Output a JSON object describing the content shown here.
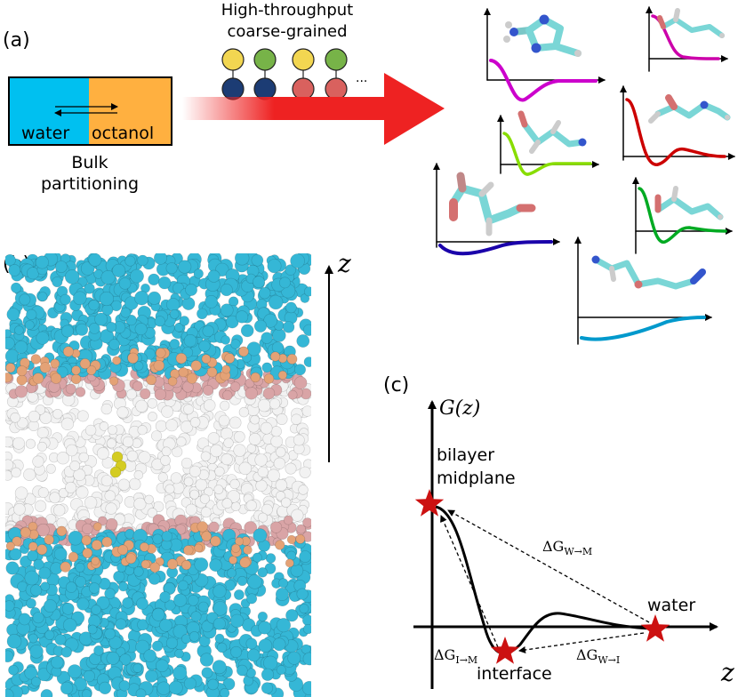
{
  "panel_a": {
    "label": "(a)",
    "box_left": "water",
    "box_right": "octanol",
    "caption_line1": "Bulk",
    "caption_line2": "partitioning",
    "title_line1": "High-throughput",
    "title_line2": "coarse-grained",
    "ellipsis": "...",
    "colors": {
      "water": "#00c0f0",
      "octanol": "#ffb040",
      "yellow_bead": "#f2d651",
      "green_bead": "#77b348",
      "navy_bead": "#1c3c74",
      "red_bead": "#d9615e",
      "arrow": "#ee2222"
    }
  },
  "panel_b": {
    "label": "(b)",
    "axis_label": "z",
    "colors": {
      "water": "#35b7d6",
      "headgroup": "#e4a276",
      "glycerol": "#d9a4a6",
      "tail": "#f2f2f2",
      "solute": "#d4cc22"
    }
  },
  "panel_c": {
    "label": "(c)",
    "y_label": "G(z)",
    "x_label": "z",
    "label_midplane_1": "bilayer",
    "label_midplane_2": "midplane",
    "label_water": "water",
    "label_interface": "interface",
    "label_dg_wm": "ΔG",
    "label_dg_wm_sub": "W→M",
    "label_dg_wi": "ΔG",
    "label_dg_wi_sub": "W→I",
    "label_dg_im": "ΔG",
    "label_dg_im_sub": "I→M",
    "star_color": "#cc1111"
  },
  "profiles": {
    "colors": [
      "#cc00cc",
      "#cc00aa",
      "#88dd00",
      "#cc0000",
      "#1a00aa",
      "#00aa22",
      "#0099cc"
    ]
  }
}
